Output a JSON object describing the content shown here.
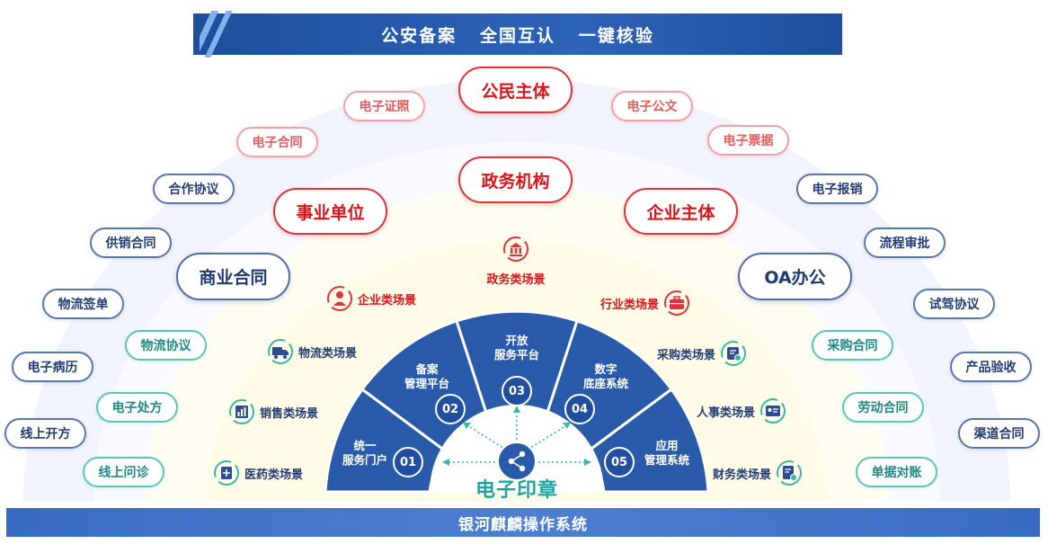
{
  "banner": {
    "title": "公安备案   全国互认   一键核验"
  },
  "main_entities": {
    "citizen": "公民主体",
    "government": "政务机构",
    "institution": "事业单位",
    "enterprise": "企业主体",
    "commercial_contract": "商业合同",
    "oa_office": "OA办公"
  },
  "documents": {
    "e_certificate": "电子证照",
    "e_official_doc": "电子公文",
    "e_contract": "电子合同",
    "e_invoice": "电子票据",
    "cooperation_agreement": "合作协议",
    "e_reimbursement": "电子报销",
    "supply_sales_contract": "供销合同",
    "workflow_approval": "流程审批",
    "logistics_receipt": "物流签单",
    "test_drive_agreement": "试驾协议",
    "logistics_agreement": "物流协议",
    "procurement_contract": "采购合同",
    "e_medical_record": "电子病历",
    "product_acceptance": "产品验收",
    "e_prescription": "电子处方",
    "labor_contract": "劳动合同",
    "online_prescribing": "线上开方",
    "channel_contract": "渠道合同",
    "online_consultation": "线上问诊",
    "statement_reconciliation": "单据对账"
  },
  "scenes": {
    "government": "政务类场景",
    "enterprise": "企业类场景",
    "industry": "行业类场景",
    "logistics": "物流类场景",
    "procurement": "采购类场景",
    "sales": "销售类场景",
    "hr": "人事类场景",
    "medical": "医药类场景",
    "finance": "财务类场景"
  },
  "platform": {
    "s1": {
      "label": "统一\n服务门户",
      "num": "01"
    },
    "s2": {
      "label": "备案\n管理平台",
      "num": "02"
    },
    "s3": {
      "label": "开放\n服务平台",
      "num": "03"
    },
    "s4": {
      "label": "数字\n底座系统",
      "num": "04"
    },
    "s5": {
      "label": "应用\n管理系统",
      "num": "05"
    }
  },
  "hub": {
    "title": "电子印章"
  },
  "footer": {
    "os": "银河麒麟操作系统"
  },
  "colors": {
    "red": "#d9141b",
    "navy": "#1f4f9e",
    "teal": "#1ea5a0",
    "banner": "#2459ad",
    "footer": "#4574c9"
  }
}
